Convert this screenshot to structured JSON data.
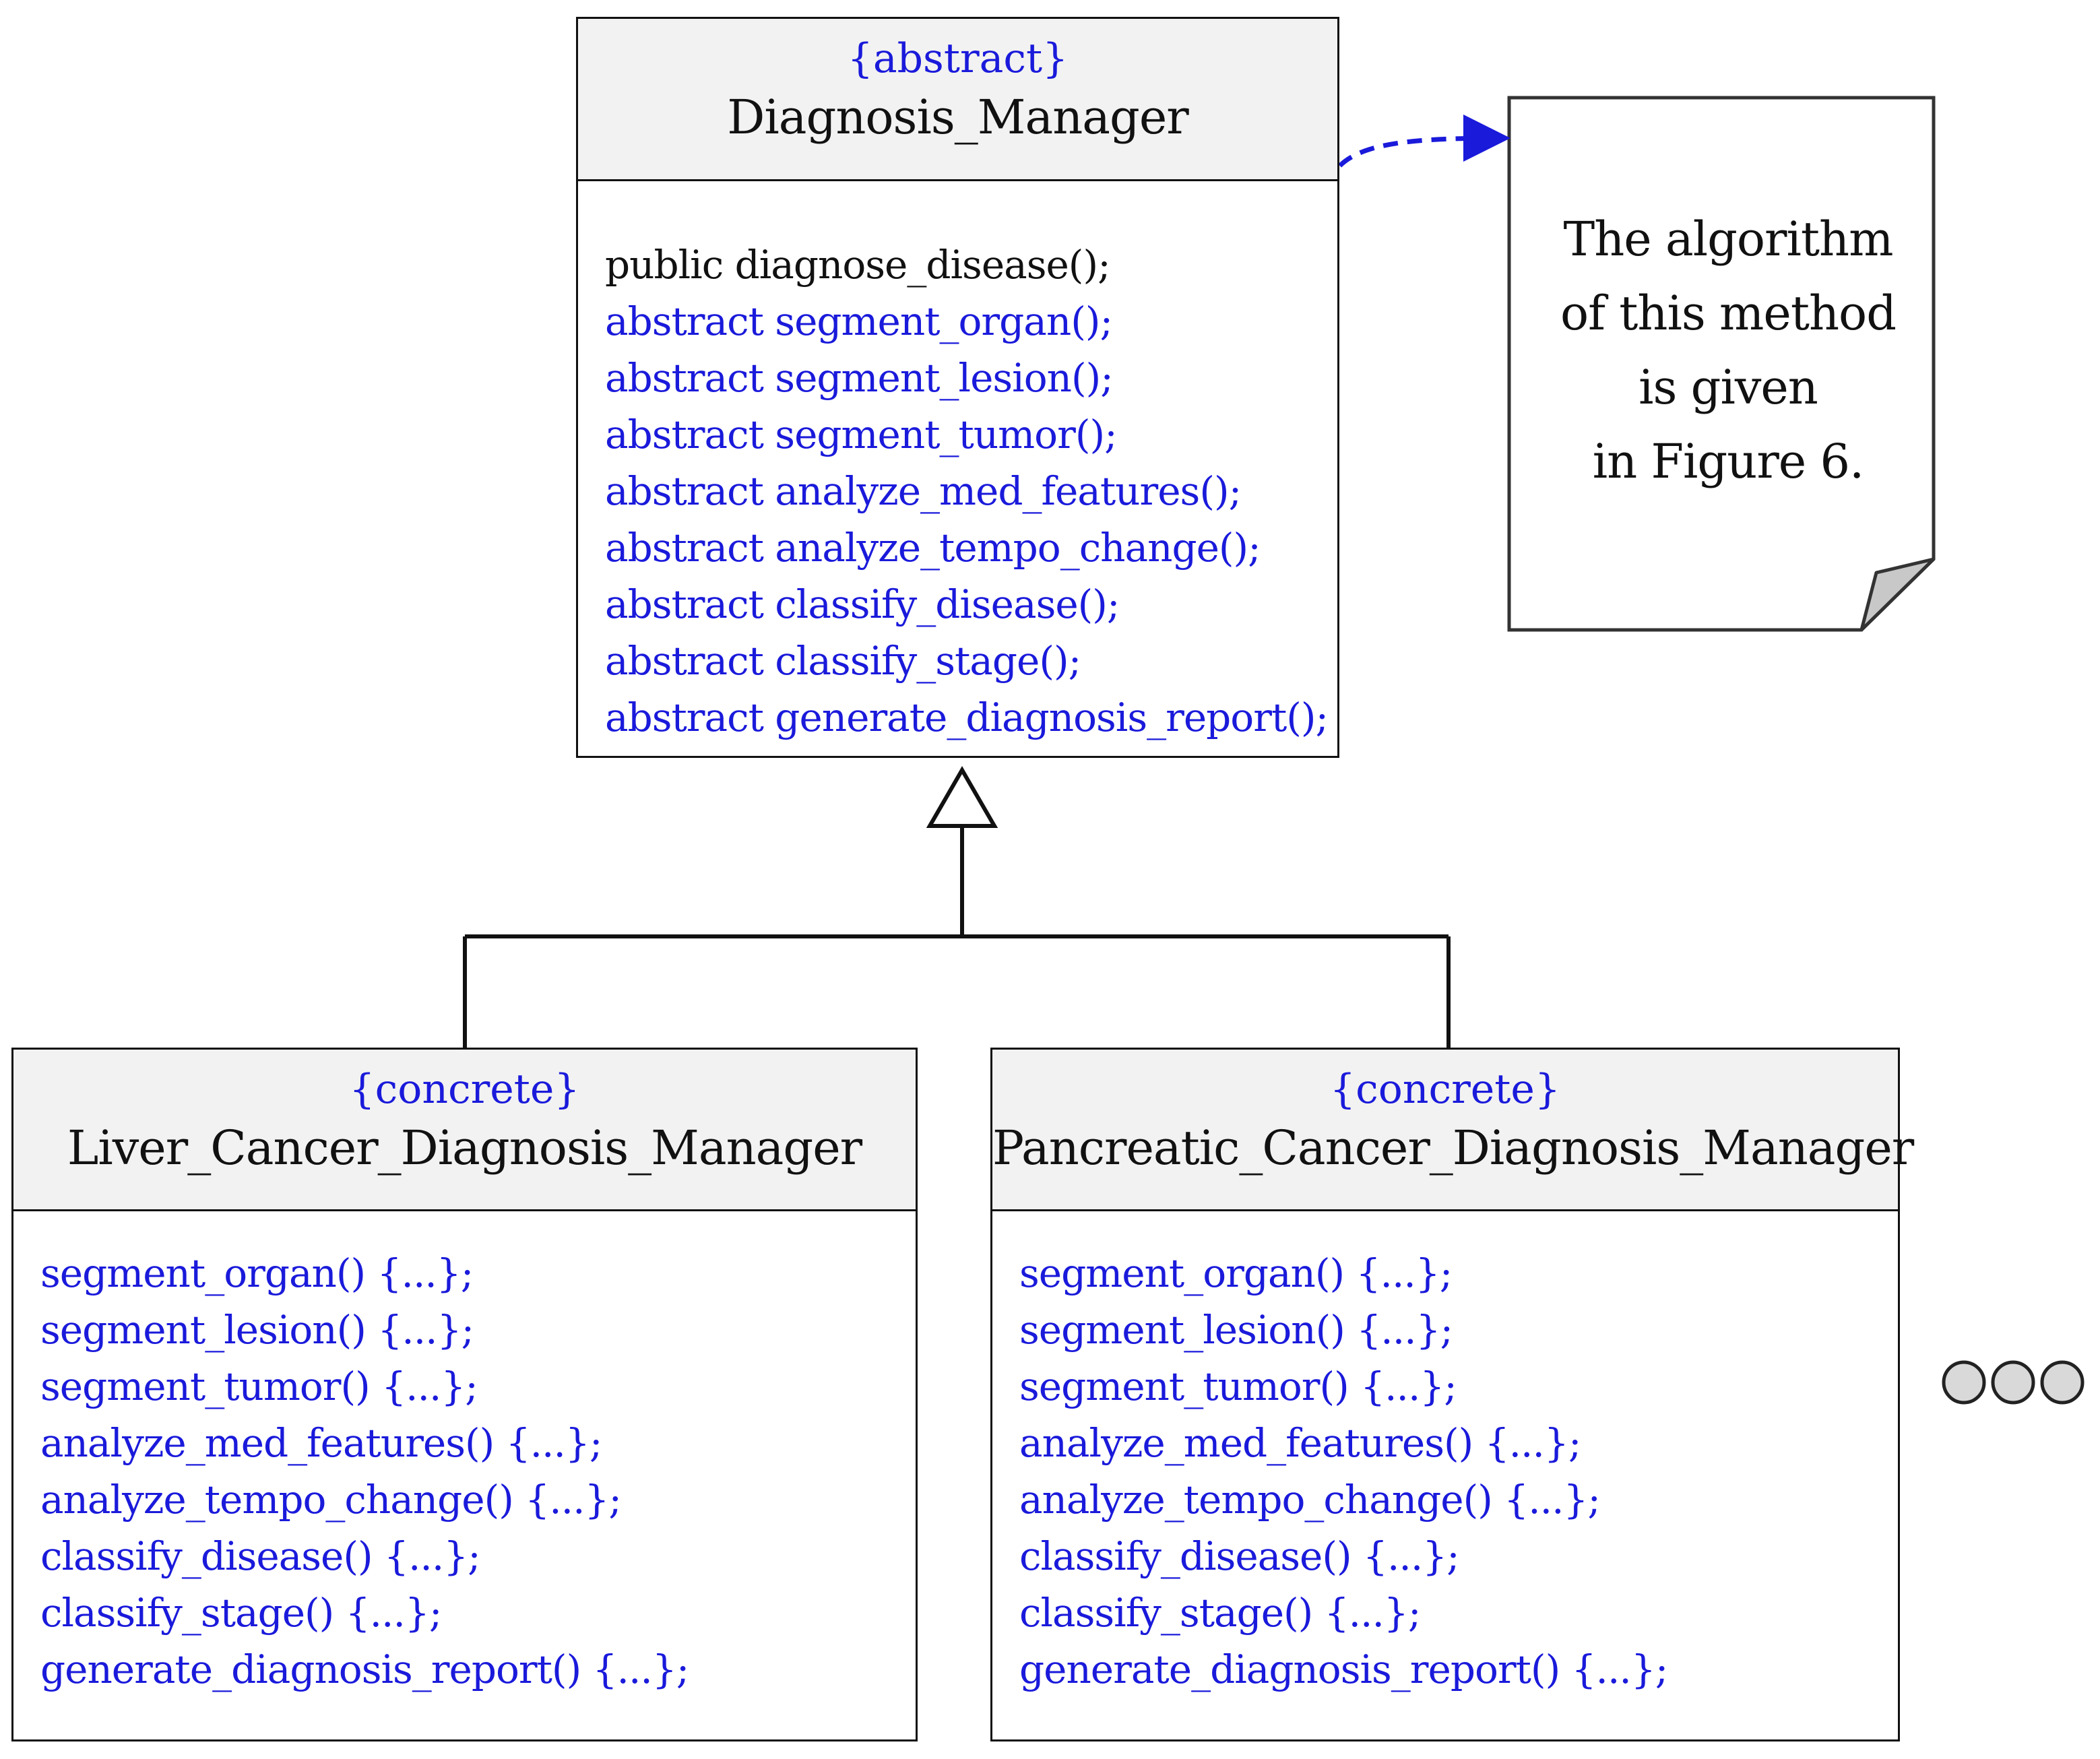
{
  "abstract_class": {
    "stereotype": "{abstract}",
    "name": "Diagnosis_Manager",
    "members": [
      "public diagnose_disease();",
      "abstract segment_organ();",
      "abstract segment_lesion();",
      "abstract segment_tumor();",
      "abstract analyze_med_features();",
      "abstract analyze_tempo_change();",
      "abstract classify_disease();",
      "abstract classify_stage();",
      "abstract generate_diagnosis_report();"
    ]
  },
  "liver_class": {
    "stereotype": "{concrete}",
    "name": "Liver_Cancer_Diagnosis_Manager",
    "members": [
      "segment_organ() {...};",
      "segment_lesion() {...};",
      "segment_tumor() {...};",
      "analyze_med_features() {...};",
      "analyze_tempo_change() {...};",
      "classify_disease() {...};",
      "classify_stage() {...};",
      "generate_diagnosis_report() {...};"
    ]
  },
  "pancreatic_class": {
    "stereotype": "{concrete}",
    "name": "Pancreatic_Cancer_Diagnosis_Manager",
    "members": [
      "segment_organ() {...};",
      "segment_lesion() {...};",
      "segment_tumor() {...};",
      "analyze_med_features() {...};",
      "analyze_tempo_change() {...};",
      "classify_disease() {...};",
      "classify_stage() {...};",
      "generate_diagnosis_report() {...};"
    ]
  },
  "note": {
    "lines": [
      "The algorithm",
      "of this method",
      "is given",
      "in Figure 6."
    ]
  },
  "colors": {
    "abstract_member": "#1a1adb",
    "public_member": "#111111",
    "header_fill": "#f2f2f2",
    "note_fold": "#c8c8c8",
    "ellipsis_dot": "#d9d9d9"
  }
}
